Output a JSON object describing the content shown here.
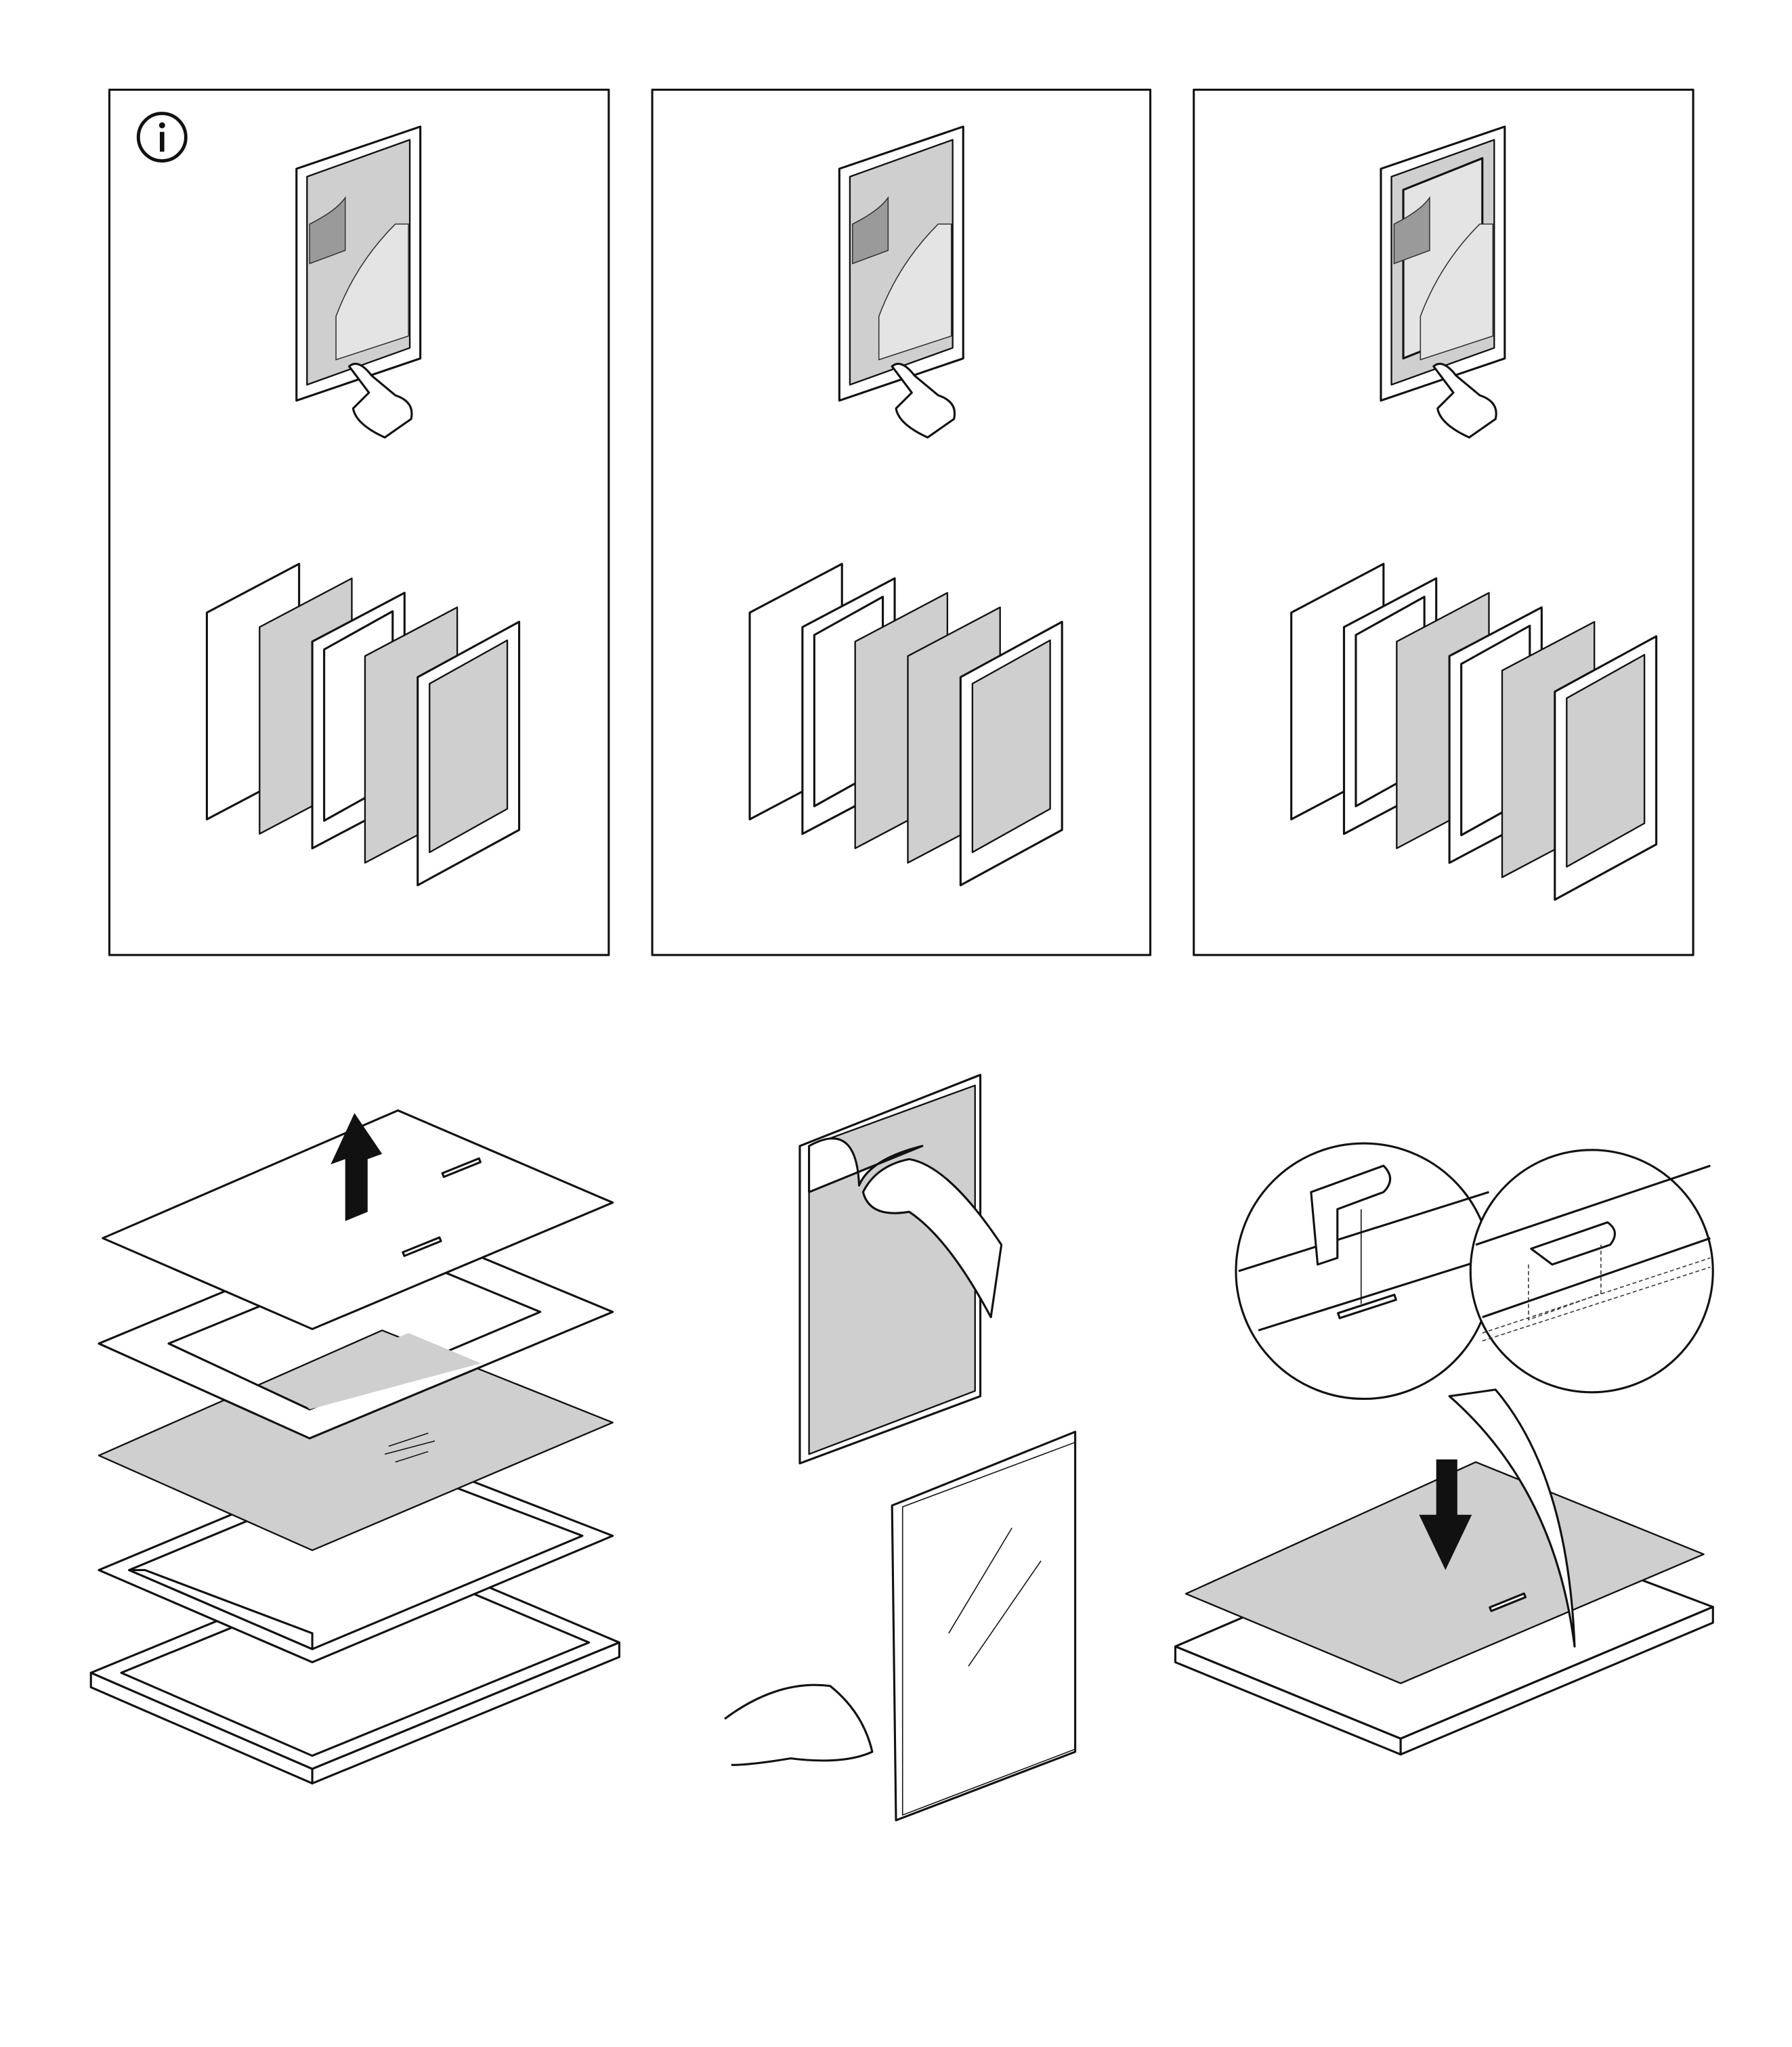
{
  "page": {
    "type": "assembly-instructions",
    "panels": [
      {
        "id": "info-panel-1",
        "icon": "info-icon"
      },
      {
        "id": "info-panel-2"
      },
      {
        "id": "info-panel-3"
      }
    ],
    "steps": [
      {
        "id": "remove-back-board",
        "icon": "arrow-up-icon"
      },
      {
        "id": "peel-protective-film"
      },
      {
        "id": "insert-back-board",
        "icon": "arrow-down-icon"
      }
    ]
  },
  "colors": {
    "line": "#111111",
    "fill_gray": "#cfcfcf",
    "background": "#ffffff"
  }
}
